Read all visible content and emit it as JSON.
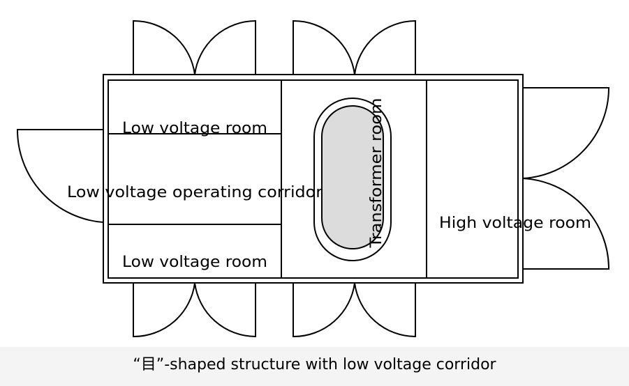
{
  "labels": {
    "low_room_top": "Low voltage room",
    "corridor": "Low voltage operating corridor",
    "low_room_bottom": "Low voltage room",
    "transformer": "Transformer room",
    "high_room": "High voltage room"
  },
  "caption": "“目”-shaped structure with low voltage corridor",
  "colors": {
    "line": "#000000",
    "transformer_fill": "#dcdcdc",
    "background": "#ffffff"
  }
}
